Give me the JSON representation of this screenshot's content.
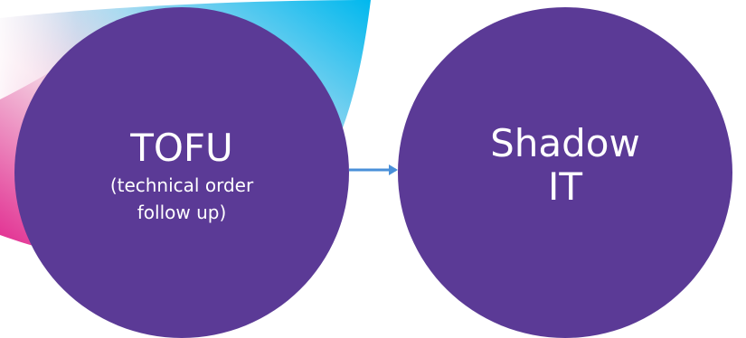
{
  "colors": {
    "node_fill": "#5b3a96",
    "connector": "#4a90d9",
    "swoosh_cyan": "#00b8ee",
    "swoosh_magenta": "#e0208a",
    "text": "#ffffff"
  },
  "nodes": [
    {
      "title": "TOFU",
      "subtitle": "(technical order follow up)"
    },
    {
      "title": "Shadow IT",
      "subtitle": ""
    }
  ],
  "connector": {
    "from": "TOFU",
    "to": "Shadow IT",
    "style": "arrow"
  }
}
